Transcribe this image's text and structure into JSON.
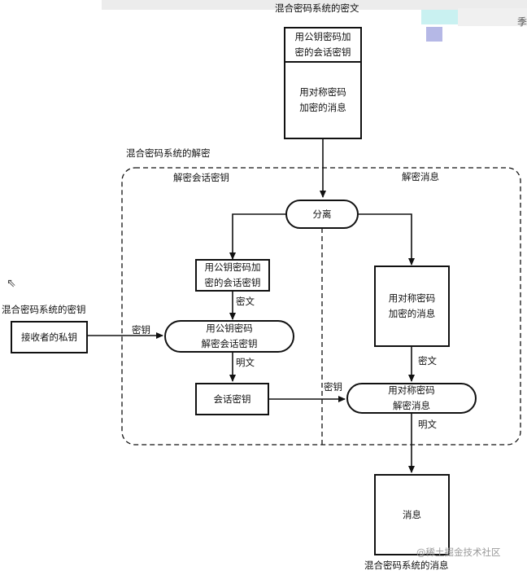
{
  "top_ciphertext": {
    "title": "混合密码系统的密文",
    "part1_line1": "用公钥密码加",
    "part1_line2": "密的会话密钥",
    "part2_line1": "用对称密码",
    "part2_line2": "加密的消息"
  },
  "decryption": {
    "title": "混合密码系统的解密",
    "left_section": "解密会话密钥",
    "right_section": "解密消息",
    "split": "分离",
    "enc_key_line1": "用公钥密码加",
    "enc_key_line2": "密的会话密钥",
    "label_ciphertext_left": "密文",
    "pk_decrypt_line1": "用公钥密码",
    "pk_decrypt_line2": "解密会话密钥",
    "label_plaintext_left": "明文",
    "session_key": "会话密钥",
    "label_key_left": "密钥",
    "label_key_right": "密钥",
    "enc_msg_line1": "用对称密码",
    "enc_msg_line2": "加密的消息",
    "label_ciphertext_right": "密文",
    "sym_decrypt_line1": "用对称密码",
    "sym_decrypt_line2": "解密消息",
    "label_plaintext_right": "明文"
  },
  "private_key": {
    "title": "混合密码系统的密钥",
    "label": "接收者的私钥"
  },
  "output": {
    "message": "消息",
    "title": "混合密码系统的消息"
  },
  "watermark": "@稀土掘金技术社区",
  "corner_glyph": "季",
  "colors": {
    "line": "#111111",
    "background": "#ffffff",
    "watermark": "#9a9a9a"
  }
}
